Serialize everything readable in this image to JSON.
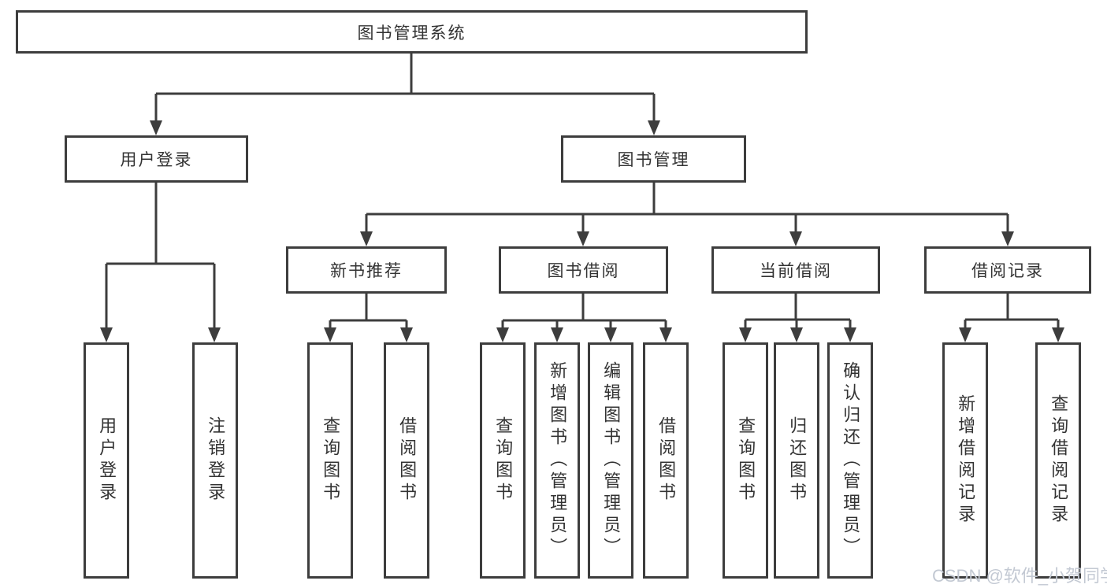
{
  "tree": {
    "root": "图书管理系统",
    "branches": [
      {
        "label": "用户登录",
        "children": [
          {
            "label": "用户登录"
          },
          {
            "label": "注销登录"
          }
        ]
      },
      {
        "label": "图书管理",
        "groups": [
          {
            "label": "新书推荐",
            "children": [
              {
                "label": "查询图书"
              },
              {
                "label": "借阅图书"
              }
            ]
          },
          {
            "label": "图书借阅",
            "children": [
              {
                "label": "查询图书"
              },
              {
                "label": "新增图书（管理员）"
              },
              {
                "label": "编辑图书（管理员）"
              },
              {
                "label": "借阅图书"
              }
            ]
          },
          {
            "label": "当前借阅",
            "children": [
              {
                "label": "查询图书"
              },
              {
                "label": "归还图书"
              },
              {
                "label": "确认归还（管理员）"
              }
            ]
          },
          {
            "label": "借阅记录",
            "children": [
              {
                "label": "新增借阅记录"
              },
              {
                "label": "查询借阅记录"
              }
            ]
          }
        ]
      }
    ]
  },
  "watermark": "CSDN @软件_小贺同学",
  "colors": {
    "line": "#3d3d3d",
    "text": "#333333",
    "bg": "#ffffff",
    "watermark": "#c3c9d3"
  }
}
